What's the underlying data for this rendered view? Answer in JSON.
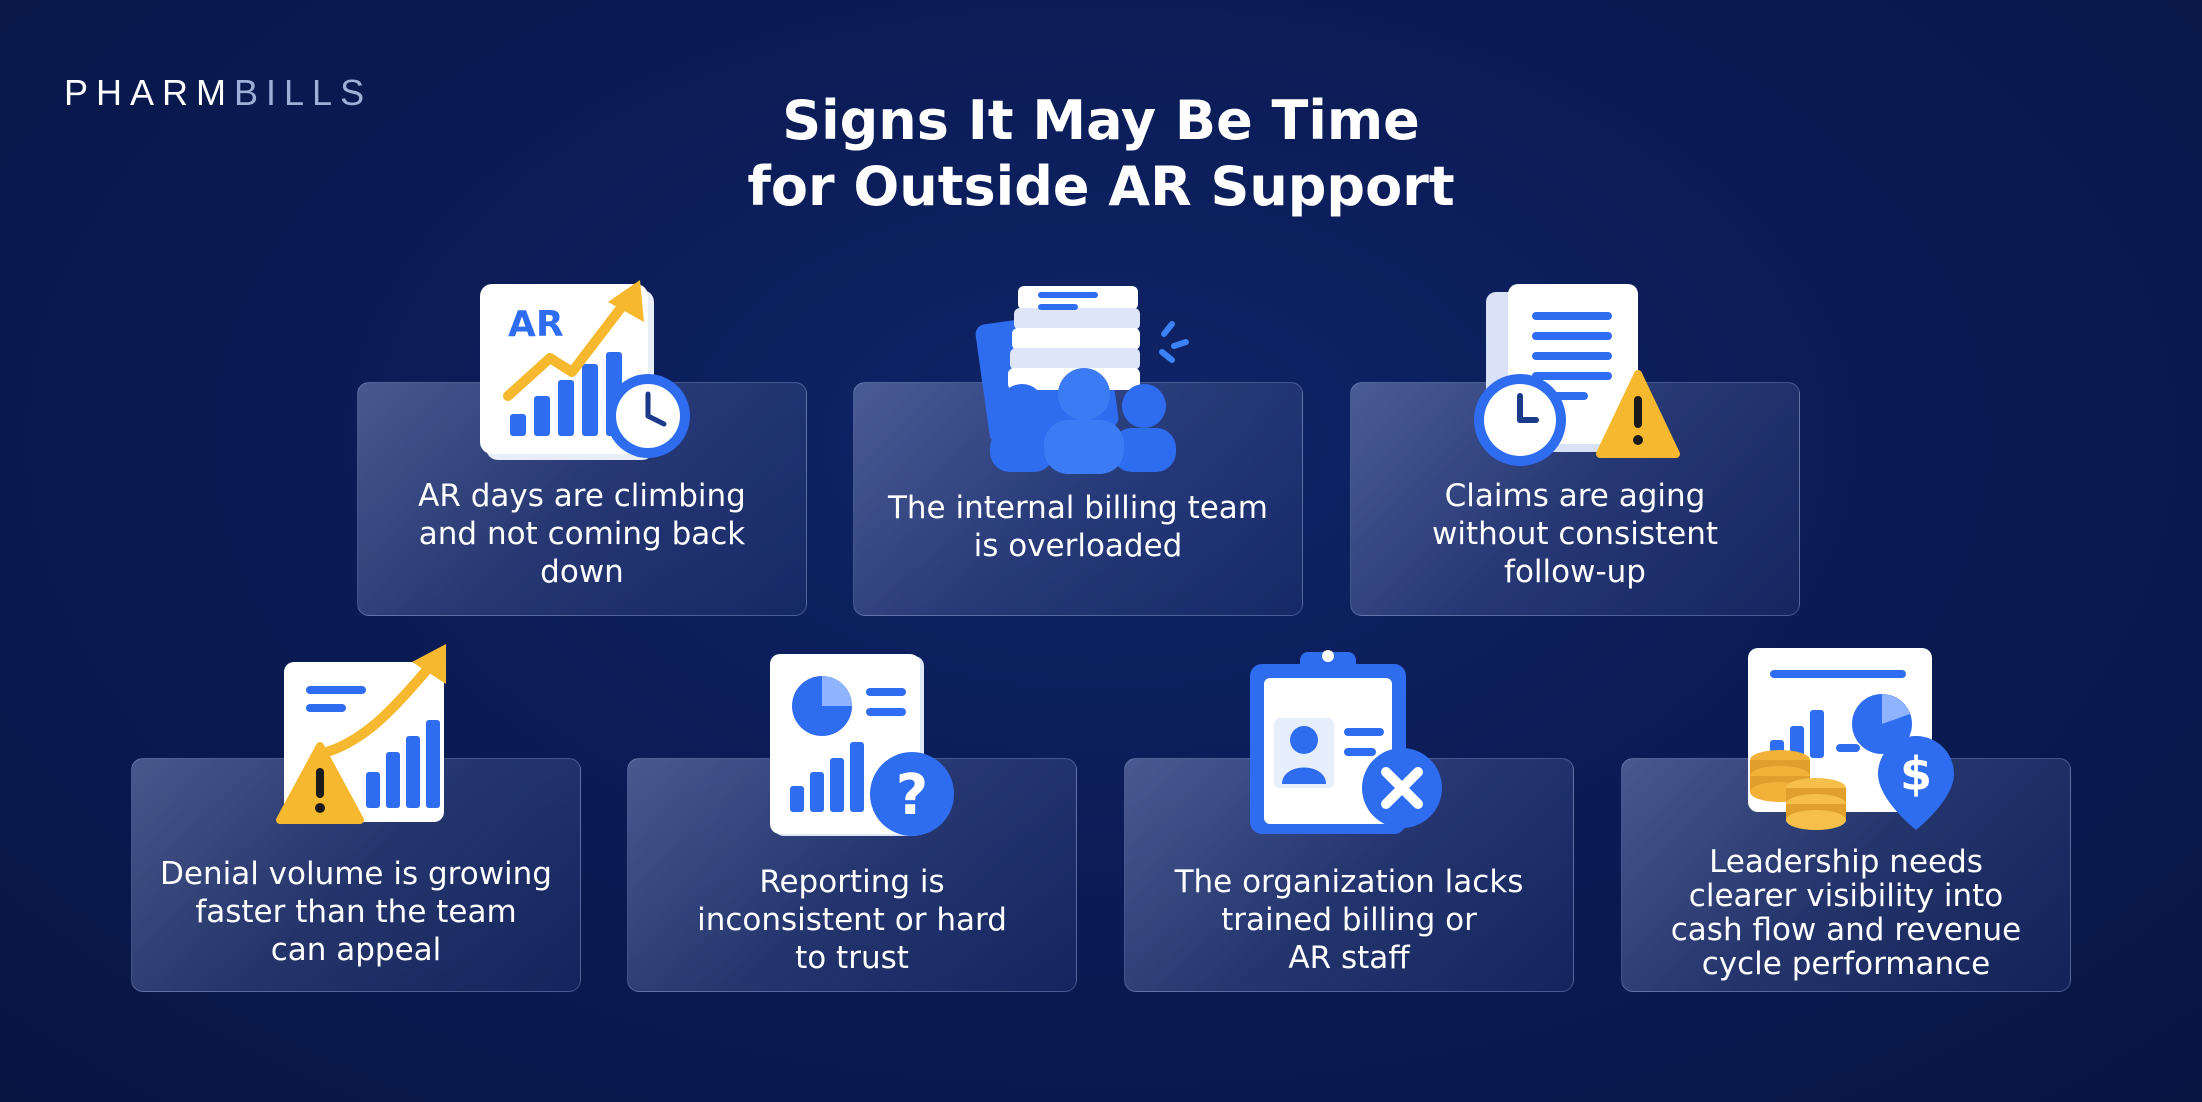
{
  "brand": {
    "part1": "PHARM",
    "part2": "BILLS"
  },
  "title": {
    "line1": "Signs It May Be Time",
    "line2": "for Outside AR Support"
  },
  "cards": [
    {
      "text": "AR days are climbing\nand not coming back\ndown",
      "icon": "ar-chart-clock-icon"
    },
    {
      "text": "The internal billing team\nis overloaded",
      "icon": "documents-team-icon"
    },
    {
      "text": "Claims are aging\nwithout consistent\nfollow-up",
      "icon": "document-clock-warning-icon"
    },
    {
      "text": "Denial volume is growing\nfaster than the team\ncan appeal",
      "icon": "chart-warning-icon"
    },
    {
      "text": "Reporting is\ninconsistent or hard\nto trust",
      "icon": "report-question-icon"
    },
    {
      "text": "The organization lacks\ntrained billing or\nAR staff",
      "icon": "clipboard-id-cross-icon"
    },
    {
      "text": "Leadership needs\nclearer visibility into\ncash flow and revenue\ncycle performance",
      "icon": "dashboard-coins-dollar-icon"
    }
  ],
  "icon_labels": {
    "ar": "AR"
  },
  "colors": {
    "background": "#0a1a52",
    "accent_blue": "#2f6df0",
    "arrow_yellow": "#f5b82e"
  }
}
